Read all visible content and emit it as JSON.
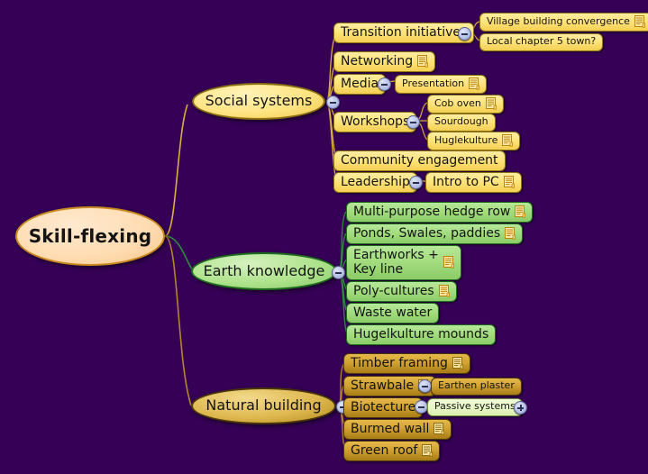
{
  "document": {
    "title": "Skill-flexing",
    "type": "mind-map",
    "background_color": "#350055"
  },
  "colors": {
    "background": "#350055",
    "root_fill": "#ffddb4",
    "root_border": "#c98a1e",
    "branch_social_fill": "#ffe483",
    "branch_social_border": "#8a6d10",
    "branch_earth_fill": "#aee38c",
    "branch_earth_border": "#1d6d1d",
    "branch_building_fill": "#dfb94f",
    "branch_building_border": "#4b3708",
    "leaf_yellow": "#ffe47e",
    "leaf_green": "#a3dd7f",
    "leaf_gold": "#d2a233",
    "leaf_palegreen": "#e6f6c2",
    "toggle_fill": "#b9c2e6",
    "note_icon": "#f2c14a"
  },
  "root": {
    "label": "Skill-flexing"
  },
  "branches": [
    {
      "id": "social-systems",
      "label": "Social systems",
      "toggle": "minus",
      "children": [
        {
          "label": "Transition initiatives",
          "note": false,
          "toggle": "minus",
          "children": [
            {
              "label": "Village building convergence",
              "note": true
            },
            {
              "label": "Local chapter 5 town?",
              "note": false
            }
          ]
        },
        {
          "label": "Networking",
          "note": true
        },
        {
          "label": "Media",
          "note": false,
          "toggle": "minus",
          "children": [
            {
              "label": "Presentation",
              "note": true
            }
          ]
        },
        {
          "label": "Workshops",
          "note": false,
          "toggle": "minus",
          "children": [
            {
              "label": "Cob oven",
              "note": true
            },
            {
              "label": "Sourdough",
              "note": false
            },
            {
              "label": "Huglekulture",
              "note": true
            }
          ]
        },
        {
          "label": "Community engagement",
          "note": false
        },
        {
          "label": "Leadership",
          "note": false,
          "toggle": "minus",
          "children": [
            {
              "label": "Intro to PC",
              "note": true
            }
          ]
        }
      ]
    },
    {
      "id": "earth-knowledge",
      "label": "Earth knowledge",
      "toggle": "minus",
      "children": [
        {
          "label": "Multi-purpose hedge row",
          "note": true
        },
        {
          "label": "Ponds, Swales, paddies",
          "note": true
        },
        {
          "label": "Earthworks +\nKey line",
          "note": true
        },
        {
          "label": "Poly-cultures",
          "note": true
        },
        {
          "label": "Waste water",
          "note": false
        },
        {
          "label": "Hugelkulture mounds",
          "note": false
        }
      ]
    },
    {
      "id": "natural-building",
      "label": "Natural building",
      "toggle": "minus",
      "children": [
        {
          "label": "Timber framing",
          "note": true
        },
        {
          "label": "Strawbale",
          "note": true,
          "toggle": "minus",
          "children": [
            {
              "label": "Earthen plaster",
              "note": false
            }
          ]
        },
        {
          "label": "Biotecture",
          "note": false,
          "toggle": "minus",
          "children": [
            {
              "label": "Passive systems",
              "note": false,
              "toggle": "plus"
            }
          ]
        },
        {
          "label": "Burmed wall",
          "note": true
        },
        {
          "label": "Green roof",
          "note": true
        }
      ]
    }
  ]
}
